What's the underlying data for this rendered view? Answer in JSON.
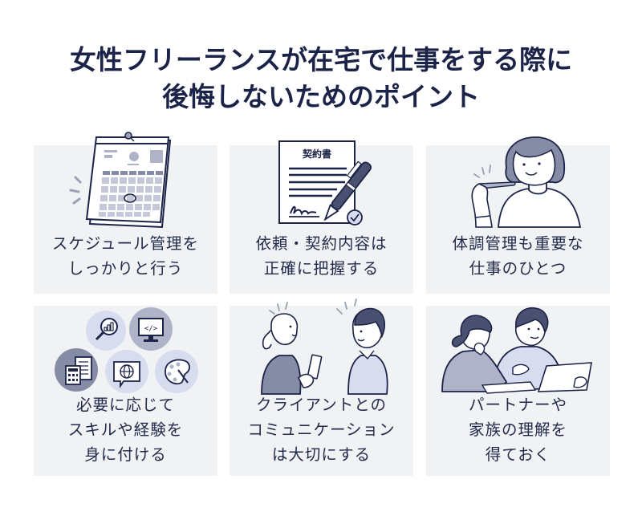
{
  "title": {
    "line1": "女性フリーランスが在宅で仕事をする際に",
    "line2": "後悔しないためのポイント"
  },
  "colors": {
    "title": "#1b2348",
    "text": "#232b4d",
    "card_bg": "#f1f2f4",
    "accent_light": "#d8dcef",
    "accent_mid": "#aeb3c7",
    "accent_dark": "#868ca6"
  },
  "cards": [
    {
      "icon": "calendar-icon",
      "lines": [
        "スケジュール管理を",
        "しっかりと行う"
      ]
    },
    {
      "icon": "contract-pen-icon",
      "doc_title": "契約書",
      "lines": [
        "依頼・契約内容は",
        "正確に把握する"
      ]
    },
    {
      "icon": "woman-thermometer-icon",
      "lines": [
        "体調管理も重要な",
        "仕事のひとつ"
      ]
    },
    {
      "icon": "skills-icons",
      "lines": [
        "必要に応じて",
        "スキルや経験を",
        "身に付ける"
      ]
    },
    {
      "icon": "client-conversation-icon",
      "lines": [
        "クライアントとの",
        "コミュニケーション",
        "は大切にする"
      ]
    },
    {
      "icon": "partner-family-icon",
      "lines": [
        "パートナーや",
        "家族の理解を",
        "得ておく"
      ]
    }
  ]
}
